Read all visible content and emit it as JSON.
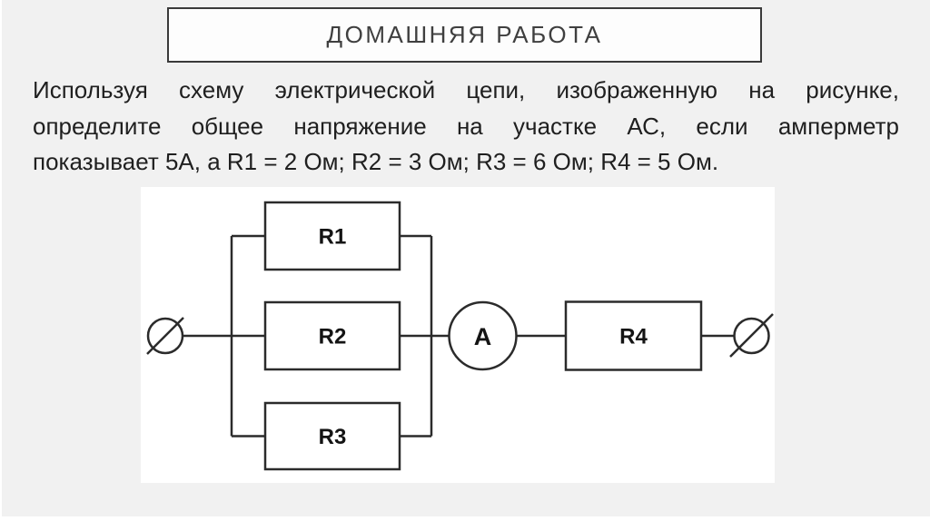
{
  "slide": {
    "title": "ДОМАШНЯЯ РАБОТА",
    "problem_lines": [
      "Используя схему электрической цепи, изображенную на рисунке,",
      "определите общее напряжение на участке АС, если амперметр",
      "показывает 5А, а R1 = 2 Ом; R2 = 3 Ом; R3 = 6 Ом; R4 = 5 Ом."
    ],
    "colors": {
      "background": "#f1f1f1",
      "panel": "#ffffff",
      "title_text": "#3f3f3f",
      "body_text": "#1f1f1f",
      "circuit_stroke": "#2b2b2b"
    }
  },
  "circuit": {
    "resistors": [
      {
        "label": "R1"
      },
      {
        "label": "R2"
      },
      {
        "label": "R3"
      },
      {
        "label": "R4"
      }
    ],
    "ammeter_label": "A"
  }
}
